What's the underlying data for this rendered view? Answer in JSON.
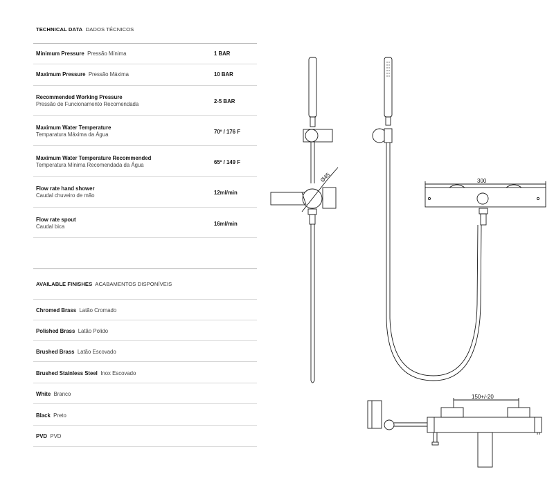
{
  "technical": {
    "title_en": "TECHNICAL DATA",
    "title_pt": "DADOS TÉCNICOS",
    "rows": [
      {
        "en": "Minimum Pressure",
        "pt": "Pressão Mínima",
        "value": "1 BAR"
      },
      {
        "en": "Maximum Pressure",
        "pt": "Pressão Máxima",
        "value": "10 BAR"
      },
      {
        "en": "Recommended Working Pressure",
        "pt": "Pressão de Funcionamento Recomendada",
        "value": "2-5 BAR"
      },
      {
        "en": "Maximum Water Temperature",
        "pt": "Temparatura Máxima da Água",
        "value": "70º / 176 F"
      },
      {
        "en": "Maximum Water Temperature Recommended",
        "pt": "Temperatura Mínima Recomendada da Água",
        "value": "65º / 149 F"
      },
      {
        "en": "Flow rate hand shower",
        "pt": "Caudal chuveiro de mão",
        "value": "12ml/min"
      },
      {
        "en": "Flow rate spout",
        "pt": "Caudal bica",
        "value": "16ml/min"
      }
    ]
  },
  "finishes": {
    "title_en": "AVAILABLE FINISHES",
    "title_pt": "ACABAMENTOS DISPONÍVEIS",
    "items": [
      {
        "en": "Chromed Brass",
        "pt": "Latão Cromado"
      },
      {
        "en": "Polished Brass",
        "pt": "Latão Polido"
      },
      {
        "en": "Brushed Brass",
        "pt": "Latão Escovado"
      },
      {
        "en": "Brushed Stainless Steel",
        "pt": "Inox Escovado"
      },
      {
        "en": "White",
        "pt": "Branco"
      },
      {
        "en": "Black",
        "pt": "Preto"
      },
      {
        "en": "PVD",
        "pt": "PVD"
      }
    ]
  },
  "drawing": {
    "diameter_label": "Ø45",
    "width_label": "300",
    "spacing_label": "150+/-20"
  }
}
